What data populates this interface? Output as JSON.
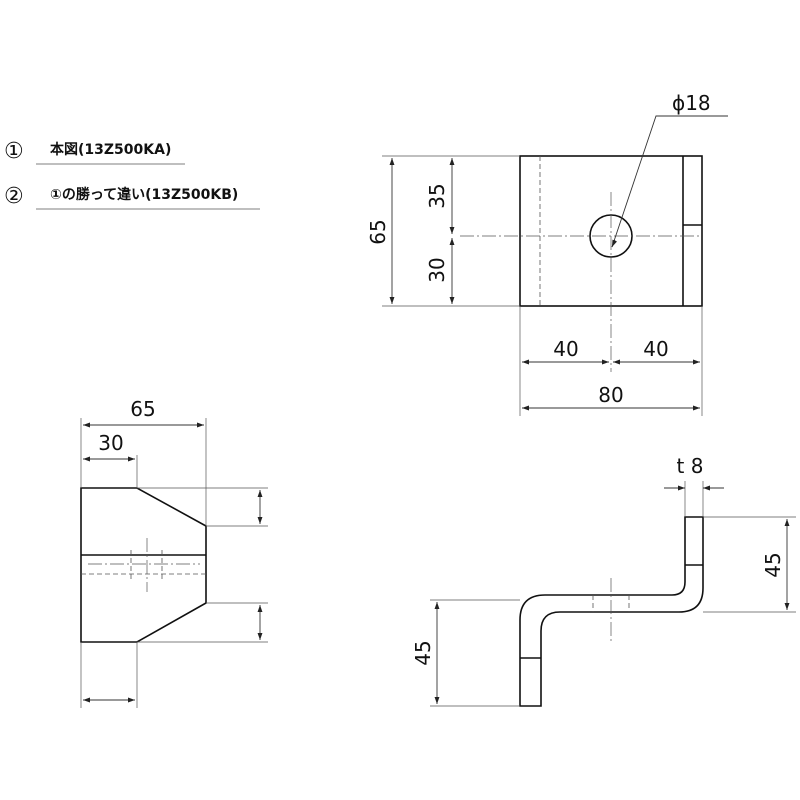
{
  "legend": [
    {
      "number": "①",
      "text": "本図(13Z500KA)"
    },
    {
      "number": "②",
      "text": "①の勝って違い(13Z500KB)"
    }
  ],
  "dimensions": {
    "hole_diameter": "ϕ18",
    "top_height_total": "65",
    "top_height_upper": "35",
    "top_height_lower": "30",
    "top_width_left": "40",
    "top_width_right": "40",
    "top_width_total": "80",
    "front_width_total": "65",
    "front_width_partial": "30",
    "side_thickness": "t 8",
    "side_right_height": "45",
    "side_left_height": "45"
  },
  "colors": {
    "line": "#111111",
    "background": "#ffffff"
  }
}
